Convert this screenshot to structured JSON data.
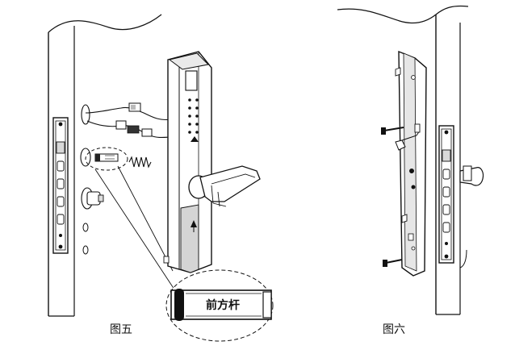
{
  "figure_five": {
    "caption": "图五",
    "callout_label": "前方杆",
    "icons": [
      "door-panel",
      "mortise-lock",
      "cable-connector",
      "square-spindle",
      "spring",
      "front-handle-panel",
      "keypad",
      "lever-handle"
    ]
  },
  "figure_six": {
    "caption": "图六",
    "icons": [
      "back-mounting-plate",
      "mounting-screw",
      "door-edge",
      "mortise-lock",
      "lever-handle"
    ]
  },
  "colors": {
    "line": "#111111",
    "panel_fill": "#ffffff",
    "shade": "#cfcfcf",
    "dark": "#1a1a1a"
  }
}
